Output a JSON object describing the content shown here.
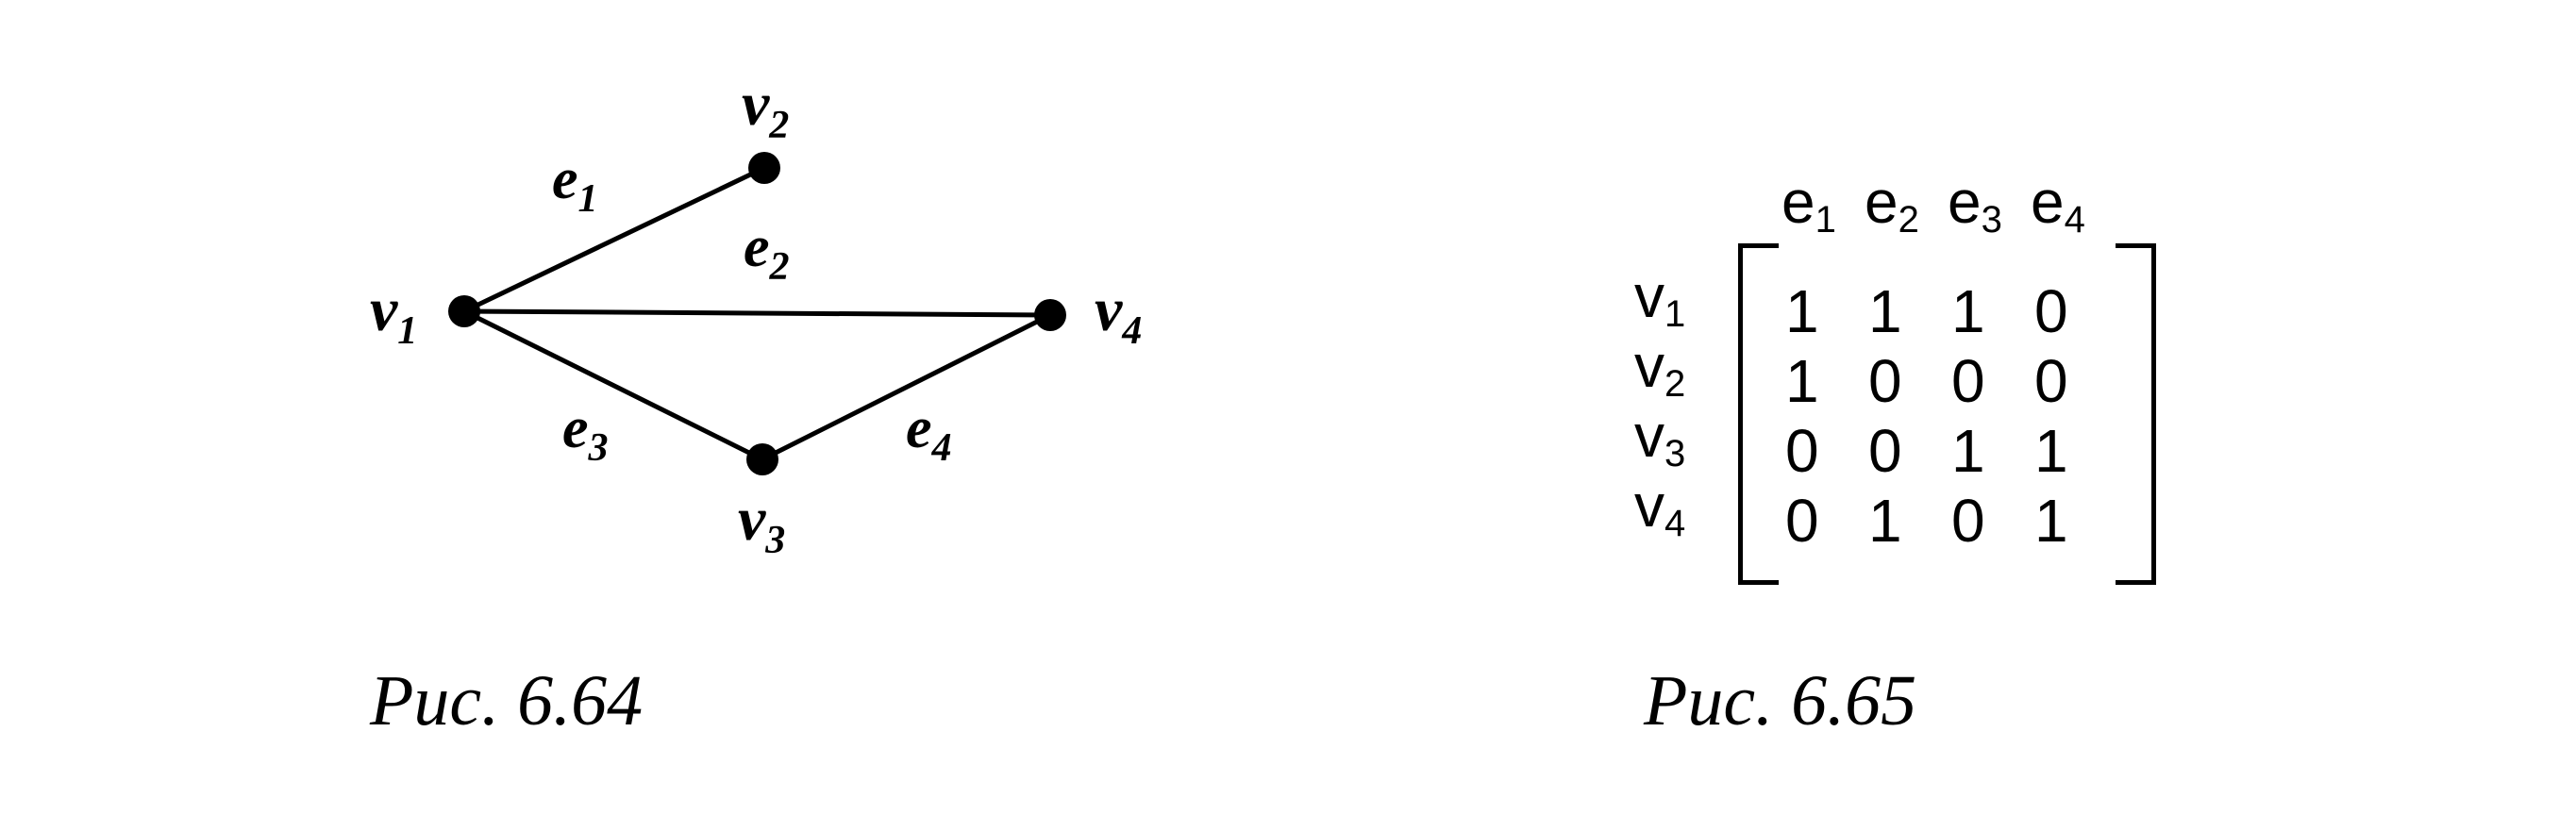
{
  "graph": {
    "vertices": [
      {
        "name": "v",
        "sub": "1"
      },
      {
        "name": "v",
        "sub": "2"
      },
      {
        "name": "v",
        "sub": "3"
      },
      {
        "name": "v",
        "sub": "4"
      }
    ],
    "edges": [
      {
        "name": "e",
        "sub": "1",
        "from": "v1",
        "to": "v2"
      },
      {
        "name": "e",
        "sub": "2",
        "from": "v1",
        "to": "v4"
      },
      {
        "name": "e",
        "sub": "3",
        "from": "v1",
        "to": "v3"
      },
      {
        "name": "e",
        "sub": "4",
        "from": "v3",
        "to": "v4"
      }
    ],
    "caption": "Puc. 6.64"
  },
  "matrix": {
    "col_headers": [
      {
        "name": "e",
        "sub": "1"
      },
      {
        "name": "e",
        "sub": "2"
      },
      {
        "name": "e",
        "sub": "3"
      },
      {
        "name": "e",
        "sub": "4"
      }
    ],
    "row_headers": [
      {
        "name": "v",
        "sub": "1"
      },
      {
        "name": "v",
        "sub": "2"
      },
      {
        "name": "v",
        "sub": "3"
      },
      {
        "name": "v",
        "sub": "4"
      }
    ],
    "rows": [
      [
        "1",
        "1",
        "1",
        "0"
      ],
      [
        "1",
        "0",
        "0",
        "0"
      ],
      [
        "0",
        "0",
        "1",
        "1"
      ],
      [
        "0",
        "1",
        "0",
        "1"
      ]
    ],
    "caption": "Puc. 6.65"
  }
}
